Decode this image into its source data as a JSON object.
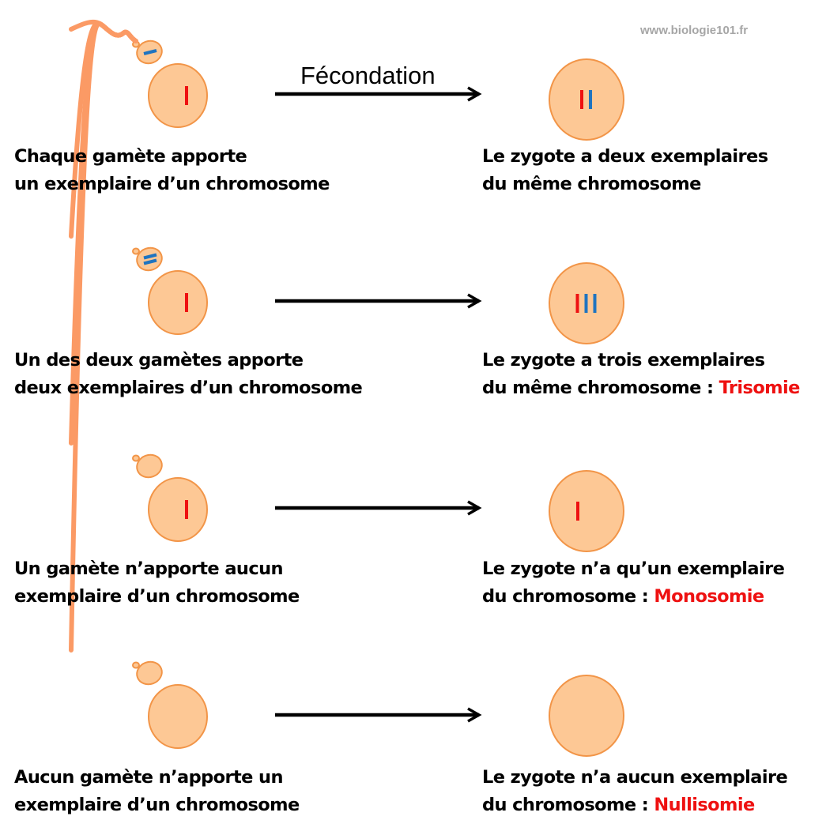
{
  "watermark": "www.biologie101.fr",
  "arrow_label": "Fécondation",
  "colors": {
    "cell_fill": "#fdc895",
    "cell_stroke": "#f29548",
    "sperm_tail": "#fb9a65",
    "chromosome_maternal": "#ee1111",
    "chromosome_paternal": "#1f74c0",
    "highlight_text": "#ee1111"
  },
  "rows": [
    {
      "left_line1": "Chaque gamète apporte",
      "left_line2": "un exemplaire d’un chromosome",
      "right_line1": "Le zygote a deux exemplaires",
      "right_line2_prefix": "du même chromosome",
      "right_line2_highlight": "",
      "sperm_chromosomes": 1,
      "egg_chromosomes": 1
    },
    {
      "left_line1": "Un des deux gamètes apporte",
      "left_line2": "deux exemplaires d’un chromosome",
      "right_line1": "Le zygote a trois exemplaires",
      "right_line2_prefix": "du même chromosome : ",
      "right_line2_highlight": "Trisomie",
      "sperm_chromosomes": 2,
      "egg_chromosomes": 1
    },
    {
      "left_line1": "Un gamète n’apporte aucun",
      "left_line2": "exemplaire d’un chromosome",
      "right_line1": "Le zygote n’a qu’un exemplaire",
      "right_line2_prefix": "du chromosome : ",
      "right_line2_highlight": "Monosomie",
      "sperm_chromosomes": 0,
      "egg_chromosomes": 1
    },
    {
      "left_line1": "Aucun gamète n’apporte un",
      "left_line2": "exemplaire d’un chromosome",
      "right_line1": "Le zygote n’a aucun exemplaire",
      "right_line2_prefix": "du chromosome : ",
      "right_line2_highlight": "Nullisomie",
      "sperm_chromosomes": 0,
      "egg_chromosomes": 0
    }
  ]
}
